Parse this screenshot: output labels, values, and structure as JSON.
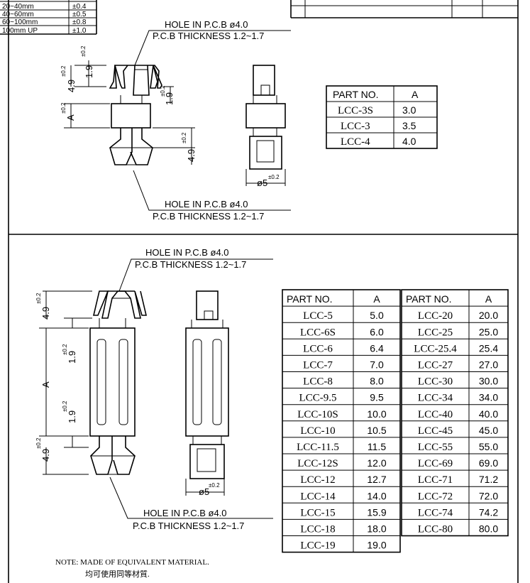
{
  "tolerance_table": {
    "rows": [
      {
        "range": "20~40mm",
        "tol": "±0.4"
      },
      {
        "range": "40~60mm",
        "tol": "±0.5"
      },
      {
        "range": "60~100mm",
        "tol": "±0.8"
      },
      {
        "range": "100mm UP",
        "tol": "±1.0"
      }
    ]
  },
  "hole_label": "HOLE  IN  P.C.B  ø4.0",
  "thickness_label": "P.C.B  THICKNESS  1.2~1.7",
  "dims": {
    "d19": "1.9",
    "d49": "4.9",
    "dA": "A",
    "d5": "ø5",
    "tol02": "±0.2"
  },
  "short_table": {
    "header": [
      "PART  NO.",
      "A"
    ],
    "rows": [
      [
        "LCC-3S",
        "3.0"
      ],
      [
        "LCC-3",
        "3.5"
      ],
      [
        "LCC-4",
        "4.0"
      ]
    ]
  },
  "long_table_left": {
    "header": [
      "PART  NO.",
      "A"
    ],
    "rows": [
      [
        "LCC-5",
        "5.0"
      ],
      [
        "LCC-6S",
        "6.0"
      ],
      [
        "LCC-6",
        "6.4"
      ],
      [
        "LCC-7",
        "7.0"
      ],
      [
        "LCC-8",
        "8.0"
      ],
      [
        "LCC-9.5",
        "9.5"
      ],
      [
        "LCC-10S",
        "10.0"
      ],
      [
        "LCC-10",
        "10.5"
      ],
      [
        "LCC-11.5",
        "11.5"
      ],
      [
        "LCC-12S",
        "12.0"
      ],
      [
        "LCC-12",
        "12.7"
      ],
      [
        "LCC-14",
        "14.0"
      ],
      [
        "LCC-15",
        "15.9"
      ],
      [
        "LCC-18",
        "18.0"
      ],
      [
        "LCC-19",
        "19.0"
      ]
    ]
  },
  "long_table_right": {
    "header": [
      "PART  NO.",
      "A"
    ],
    "rows": [
      [
        "LCC-20",
        "20.0"
      ],
      [
        "LCC-25",
        "25.0"
      ],
      [
        "LCC-25.4",
        "25.4"
      ],
      [
        "LCC-27",
        "27.0"
      ],
      [
        "LCC-30",
        "30.0"
      ],
      [
        "LCC-34",
        "34.0"
      ],
      [
        "LCC-40",
        "40.0"
      ],
      [
        "LCC-45",
        "45.0"
      ],
      [
        "LCC-55",
        "55.0"
      ],
      [
        "LCC-69",
        "69.0"
      ],
      [
        "LCC-71",
        "71.2"
      ],
      [
        "LCC-72",
        "72.0"
      ],
      [
        "LCC-74",
        "74.2"
      ],
      [
        "LCC-80",
        "80.0"
      ]
    ]
  },
  "note": {
    "en": "NOTE: MADE OF EQUIVALENT MATERIAL.",
    "zh": "均可使用同等材質."
  }
}
